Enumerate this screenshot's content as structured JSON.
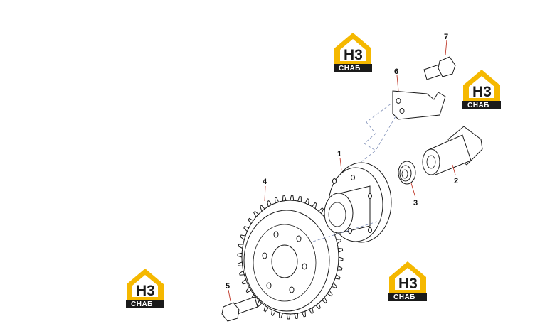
{
  "callouts": {
    "c1": "1",
    "c2": "2",
    "c3": "3",
    "c4": "4",
    "c5": "5",
    "c6": "6",
    "c7": "7"
  },
  "watermark": {
    "mark": "H3",
    "word": "СНАБ"
  },
  "colors": {
    "logo_accent": "#f5b800",
    "logo_dark": "#1a1a1a",
    "leader_line": "#c0392b",
    "dashed_line": "#8090b8"
  }
}
